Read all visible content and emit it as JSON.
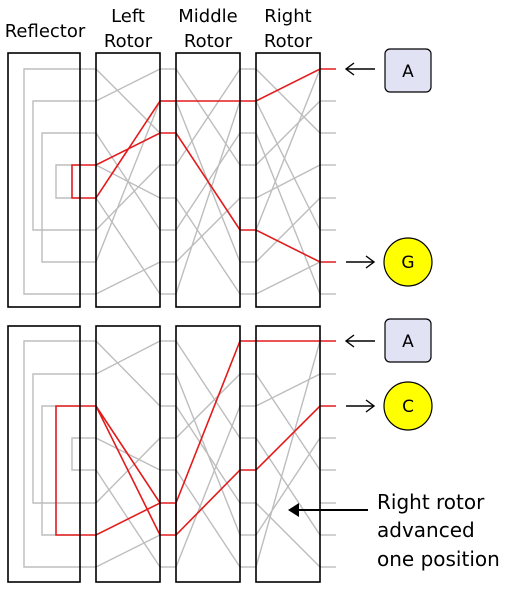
{
  "headers": {
    "reflector": "Reflector",
    "left_rotor": [
      "Left",
      "Rotor"
    ],
    "middle_rotor": [
      "Middle",
      "Rotor"
    ],
    "right_rotor": [
      "Right",
      "Rotor"
    ]
  },
  "panels": [
    {
      "input_letter": "A",
      "output_letter": "G"
    },
    {
      "input_letter": "A",
      "output_letter": "C"
    }
  ],
  "annotation": {
    "lines": [
      "Right rotor",
      "advanced",
      "one position"
    ]
  },
  "colors": {
    "signal_path": "#e31b1b",
    "wiring": "#bdbdbd",
    "input_key_fill": "#e2e2f5",
    "output_lamp_fill": "#ffff00"
  }
}
